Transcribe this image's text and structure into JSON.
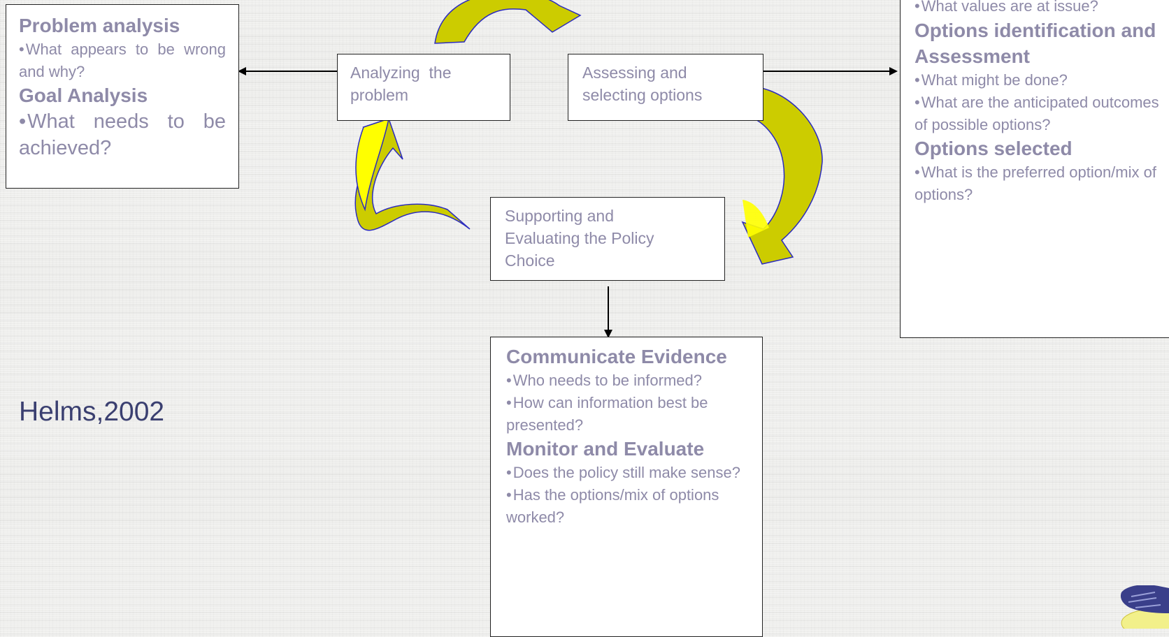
{
  "left_panel": {
    "h1": "Problem analysis",
    "b1": "What appears to be wrong and why?",
    "h2": "Goal Analysis",
    "b2": "What needs to be achieved?"
  },
  "right_panel": {
    "b0": "What values are at issue?",
    "h1": "Options identification and Assessment",
    "b1": "What might be done?",
    "b2": "What are the anticipated outcomes of possible options?",
    "h2": "Options selected",
    "b3": "What is the preferred option/mix of options?"
  },
  "stage_analyzing": {
    "label": "Analyzing  the problem"
  },
  "stage_assessing": {
    "label": "Assessing and selecting options"
  },
  "stage_supporting": {
    "label": "Supporting and Evaluating the Policy Choice"
  },
  "bottom_panel": {
    "h1": "Communicate Evidence",
    "b1": "Who needs to be informed?",
    "b2": "How can information best be presented?",
    "h2": "Monitor and Evaluate",
    "b3": "Does the policy still make sense?",
    "b4": "Has the options/mix of options worked?"
  },
  "citation": "Helms,2002",
  "colors": {
    "cycle_arrow_fill": "#cccc00",
    "cycle_arrow_highlight": "#ffff00",
    "cycle_arrow_outline": "#2b2bbf",
    "panel_text": "#8e8aa8",
    "citation_text": "#3a3f70"
  }
}
